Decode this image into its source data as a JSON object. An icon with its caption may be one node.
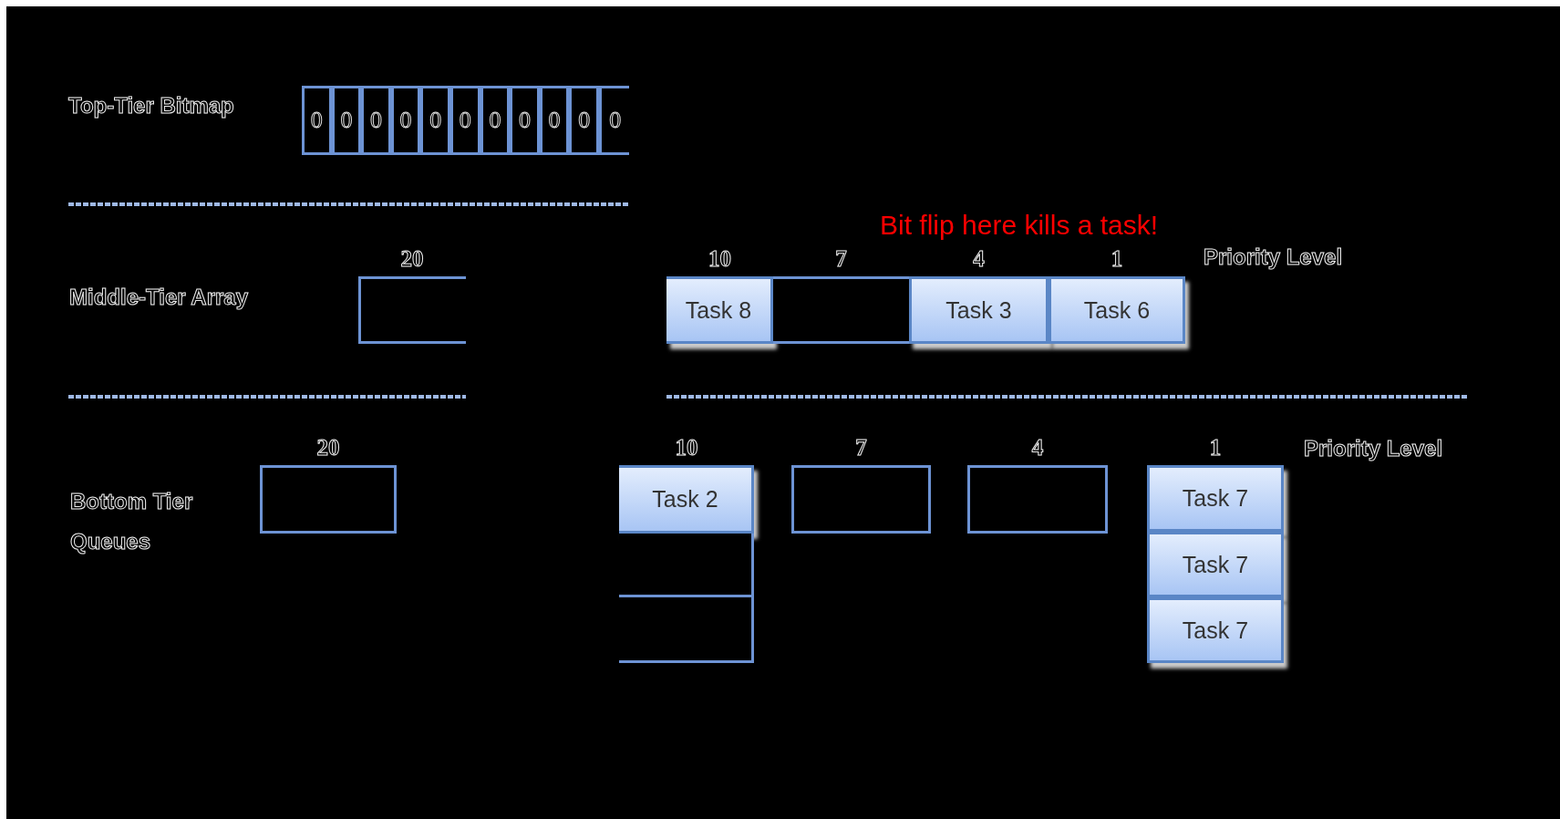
{
  "diagram": {
    "nodes": [
      {
        "text": [
          "0"
        ]
      },
      {
        "text": [
          "0"
        ]
      },
      {
        "text": [
          "0"
        ]
      },
      {
        "text": [
          "0"
        ]
      },
      {
        "text": [
          "0"
        ]
      },
      {
        "text": [
          "0"
        ]
      },
      {
        "text": [
          "0"
        ]
      },
      {
        "text": [
          "0"
        ]
      },
      {
        "text": [
          "0"
        ]
      },
      {
        "text": [
          "0"
        ]
      },
      {
        "text": [
          "0"
        ]
      },
      {
        "text": [],
        "shape": "box",
        "beside": [
          "20"
        ]
      },
      {
        "text": [
          "Task 8"
        ],
        "beside": [
          "10"
        ]
      },
      {
        "text": [],
        "shape": "box",
        "beside": [
          "7"
        ]
      },
      {
        "text": [
          "Task 3"
        ],
        "beside": [
          "4"
        ]
      },
      {
        "text": [
          "Task 6"
        ],
        "beside": [
          "1"
        ]
      },
      {
        "text": [],
        "shape": "box",
        "beside": [
          "20"
        ]
      },
      {
        "text": [
          "Task 2"
        ],
        "beside": [
          "10"
        ]
      },
      {
        "text": [],
        "shape": "box"
      },
      {
        "text": [],
        "shape": "box"
      },
      {
        "text": [],
        "shape": "box",
        "beside": [
          "7"
        ]
      },
      {
        "text": [],
        "shape": "box",
        "beside": [
          "4"
        ]
      },
      {
        "text": [
          "Task 7"
        ],
        "beside": [
          "1"
        ]
      },
      {
        "text": [
          "Task 7"
        ]
      },
      {
        "text": [
          "Task 7"
        ]
      }
    ],
    "edges": [],
    "labels": [
      "Top-Tier Bitmap",
      "Bit flip here kills a task!",
      "Priority Level",
      "Middle-Tier Array",
      "Bottom Tier Queues",
      "Priority Level"
    ]
  }
}
